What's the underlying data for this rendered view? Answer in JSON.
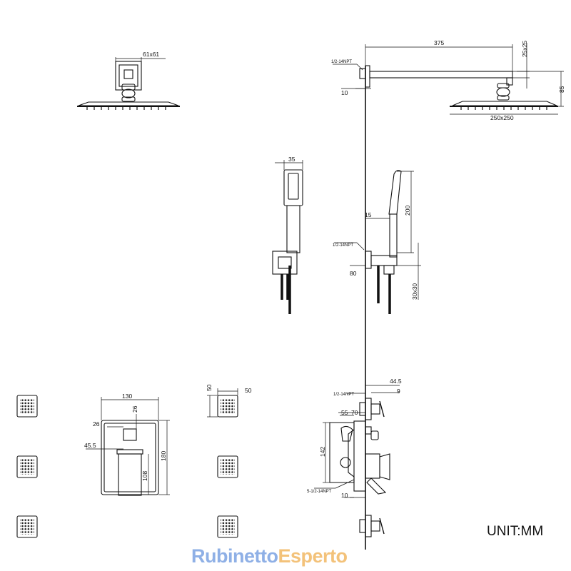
{
  "dimensions": {
    "arm_length": "375",
    "arm_section": "25x25",
    "wall_offset": "10",
    "thread_top": "1/2-14NPT",
    "arm_drop": "85",
    "head_size": "250x250",
    "flange": "61x61",
    "handset_width": "35",
    "holder_offset": "15",
    "handset_length": "200",
    "thread_holder": "1/2-14NPT",
    "holder_depth": "80",
    "holder_size": "30x30",
    "valve_width": "130",
    "valve_inset_left": "26",
    "valve_inset_right": "26",
    "valve_handle": "45.5",
    "valve_lower": "108",
    "valve_height": "180",
    "jet_h": "50",
    "jet_w": "50",
    "mixer_depth": "44.5",
    "mixer_gap": "9",
    "thread_mixer": "1/2-14NPT",
    "mixer_a": "55",
    "mixer_b": "70",
    "mixer_height": "142",
    "thread_multi": "5-1/2-14NPT",
    "mixer_wall": "10"
  },
  "unit_label": "UNIT:MM",
  "brand": {
    "part1": "Rubinetto",
    "part2": "Esperto"
  }
}
